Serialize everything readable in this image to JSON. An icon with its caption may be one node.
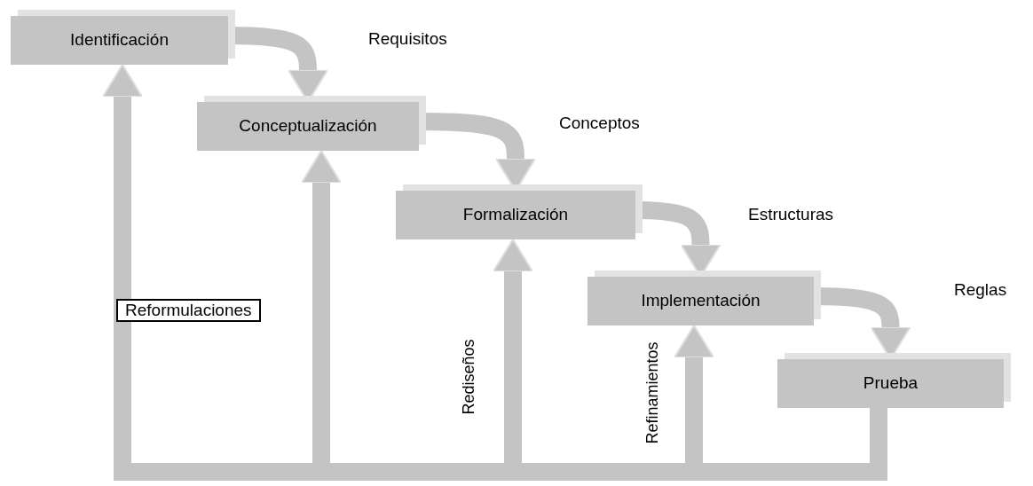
{
  "diagram": {
    "nodes": [
      {
        "text": [
          "Identificación"
        ]
      },
      {
        "text": [
          "Conceptualización"
        ]
      },
      {
        "text": [
          "Formalización"
        ]
      },
      {
        "text": [
          "Implementación"
        ]
      },
      {
        "text": [
          "Prueba"
        ]
      }
    ],
    "edges": [
      {
        "from": 0,
        "to": 1,
        "arrow": "to",
        "label": "Requisitos"
      },
      {
        "from": 1,
        "to": 2,
        "arrow": "to",
        "label": "Conceptos"
      },
      {
        "from": 2,
        "to": 3,
        "arrow": "to",
        "label": "Estructuras"
      },
      {
        "from": 3,
        "to": 4,
        "arrow": "to",
        "label": "Reglas"
      },
      {
        "from": 4,
        "to": 0,
        "arrow": "to",
        "label": "Reformulaciones"
      },
      {
        "from": 4,
        "to": 1,
        "arrow": "to"
      },
      {
        "from": 4,
        "to": 2,
        "arrow": "to",
        "label": "Rediseños"
      },
      {
        "from": 4,
        "to": 3,
        "arrow": "to",
        "label": "Refinamientos"
      }
    ]
  }
}
